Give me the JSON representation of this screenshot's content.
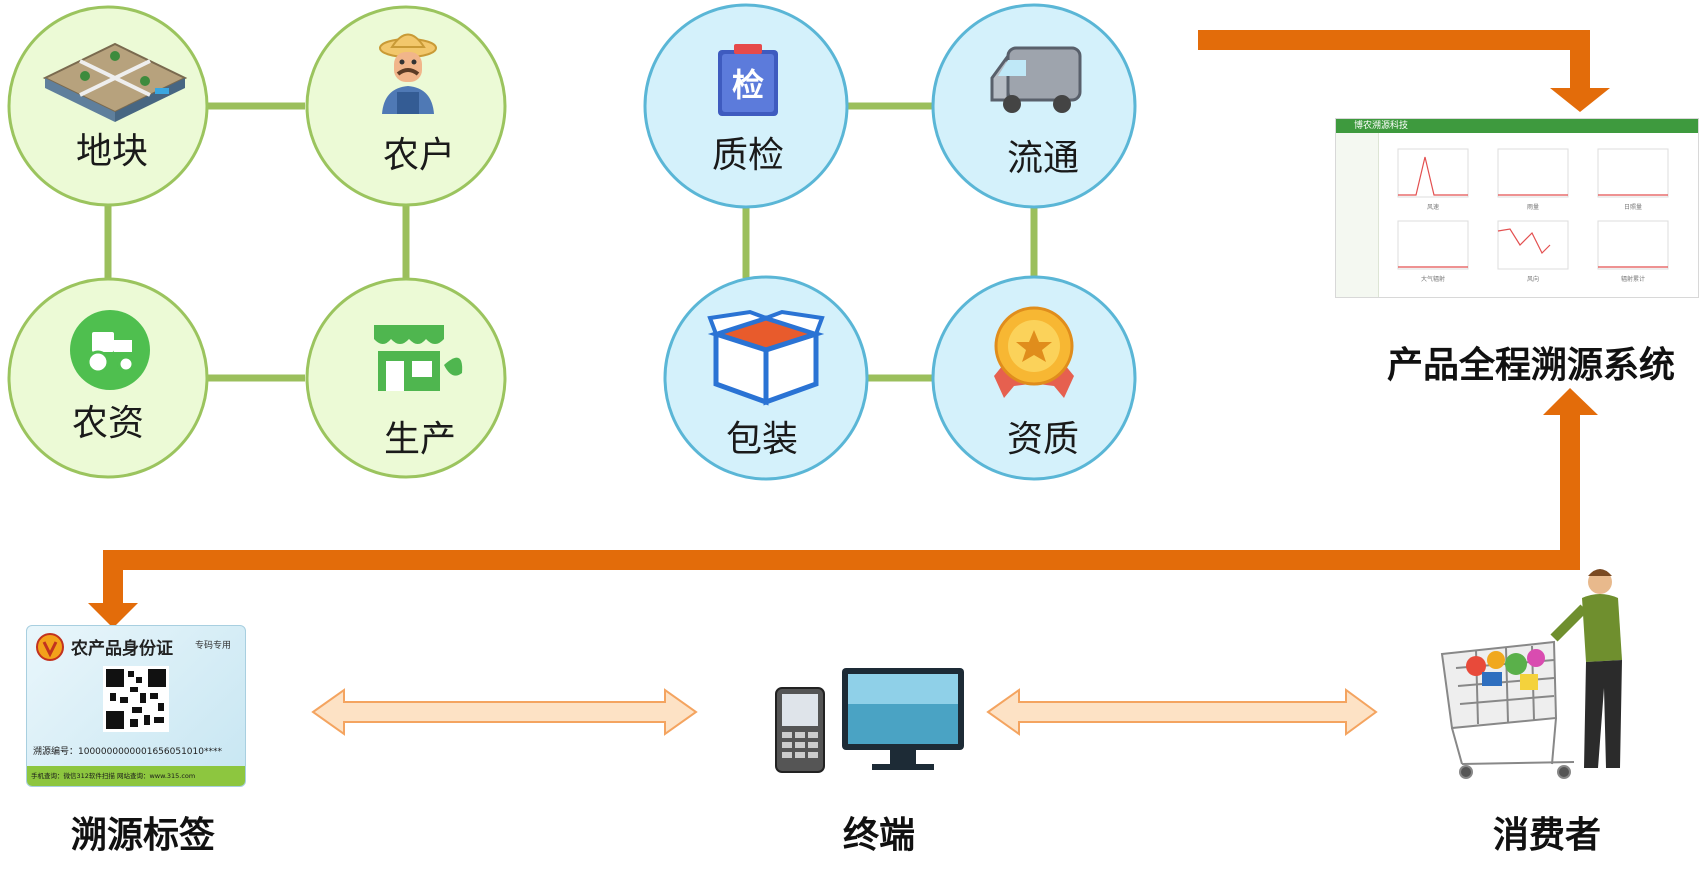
{
  "farm_cluster": {
    "nodes": [
      {
        "label": "地块",
        "icon": "land-plot-icon"
      },
      {
        "label": "农户",
        "icon": "farmer-icon"
      },
      {
        "label": "农资",
        "icon": "tractor-icon"
      },
      {
        "label": "生产",
        "icon": "greenhouse-icon"
      }
    ]
  },
  "process_cluster": {
    "nodes": [
      {
        "label": "质检",
        "icon": "inspection-icon",
        "icon_text": "检"
      },
      {
        "label": "流通",
        "icon": "delivery-truck-icon"
      },
      {
        "label": "包装",
        "icon": "package-box-icon"
      },
      {
        "label": "资质",
        "icon": "certificate-medal-icon"
      }
    ]
  },
  "system": {
    "label": "产品全程溯源系统",
    "window_title": "博农溯源科技",
    "chart_captions": [
      "风速",
      "雨量",
      "日照量",
      "大气辐射",
      "风向",
      "辐射累计"
    ]
  },
  "trace_label": {
    "label": "溯源标签",
    "card_title": "农产品身份证",
    "card_subtitle": "专码专用",
    "trace_number": "溯源编号：1000000000001656051010****",
    "footer": "手机查询：微信312软件扫描    网站查询：www.315.com"
  },
  "terminal": {
    "label": "终端"
  },
  "consumer": {
    "label": "消费者"
  },
  "colors": {
    "green_fill": "#ecfad6",
    "green_border": "#9bc45e",
    "green_link": "#9bbf5c",
    "blue_fill": "#d4f1fb",
    "blue_border": "#5ab6d6",
    "blue_link": "#9bbf5c",
    "flow_arrow": "#e36c0a",
    "double_arrow_fill": "#fde2c5",
    "double_arrow_stroke": "#f4a460"
  }
}
